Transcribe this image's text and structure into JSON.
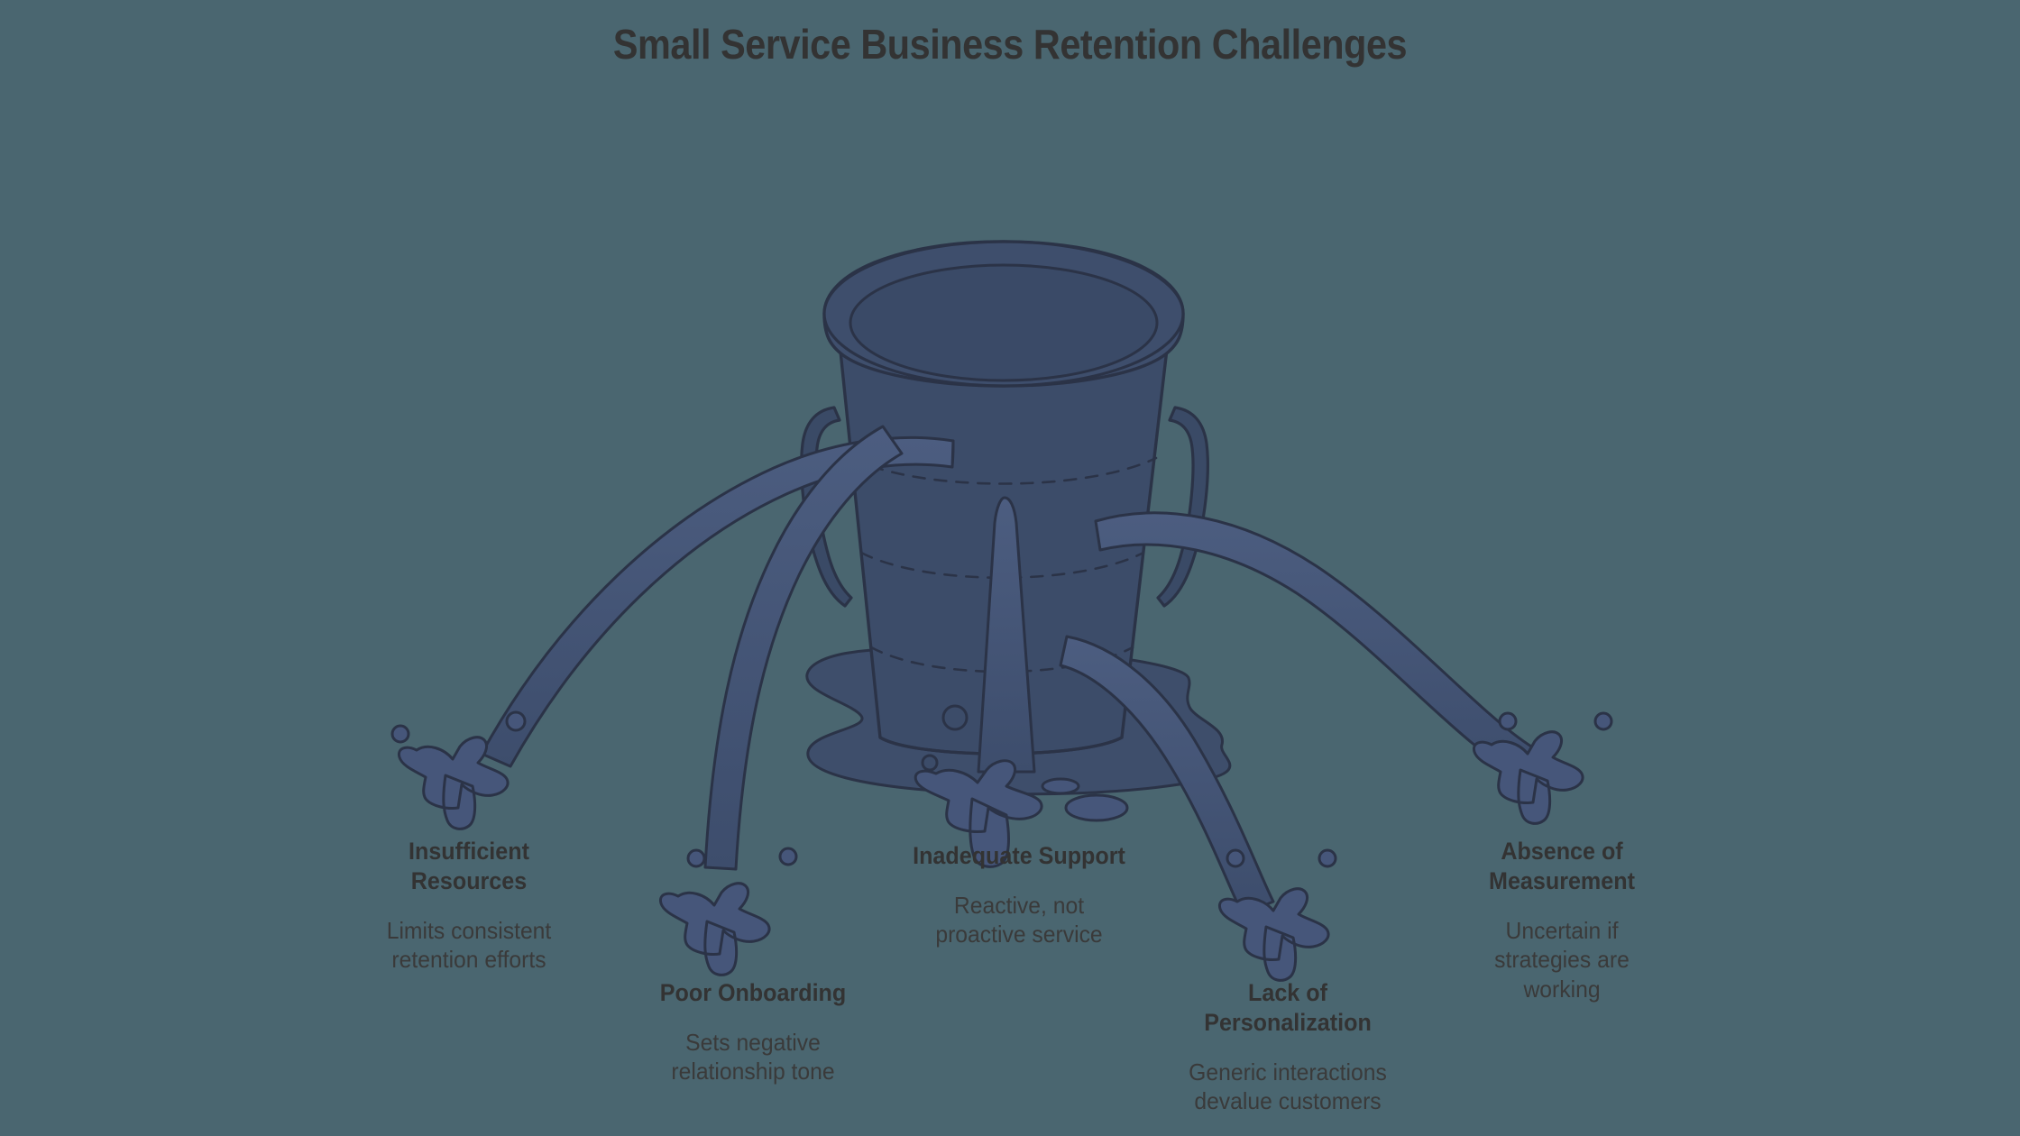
{
  "page": {
    "title": "Small Service Business Retention Challenges",
    "background_color": "#4a6670",
    "text_color": "#333333"
  },
  "illustration": {
    "name": "leaking-bucket",
    "description": "Leaking bucket with five water streams arcing out to splashes",
    "bucket_fill": "#3c4c69",
    "bucket_stroke": "#2b3347",
    "water_fill": "#46567a",
    "puddle_fill": "#3e4e6b",
    "leak_count": 5
  },
  "callouts": [
    {
      "id": "insufficient-resources",
      "title": "Insufficient Resources",
      "title_lines": [
        "Insufficient",
        "Resources"
      ],
      "description": "Limits consistent retention efforts",
      "description_lines": [
        "Limits consistent",
        "retention efforts"
      ]
    },
    {
      "id": "poor-onboarding",
      "title": "Poor Onboarding",
      "title_lines": [
        "Poor Onboarding"
      ],
      "description": "Sets negative relationship tone",
      "description_lines": [
        "Sets negative",
        "relationship tone"
      ]
    },
    {
      "id": "inadequate-support",
      "title": "Inadequate Support",
      "title_lines": [
        "Inadequate Support"
      ],
      "description": "Reactive, not proactive service",
      "description_lines": [
        "Reactive, not",
        "proactive service"
      ]
    },
    {
      "id": "lack-of-personalization",
      "title": "Lack of Personalization",
      "title_lines": [
        "Lack of",
        "Personalization"
      ],
      "description": "Generic interactions devalue customers",
      "description_lines": [
        "Generic interactions",
        "devalue customers"
      ]
    },
    {
      "id": "absence-of-measurement",
      "title": "Absence of Measurement",
      "title_lines": [
        "Absence of",
        "Measurement"
      ],
      "description": "Uncertain if strategies are working",
      "description_lines": [
        "Uncertain if",
        "strategies are",
        "working"
      ]
    }
  ]
}
